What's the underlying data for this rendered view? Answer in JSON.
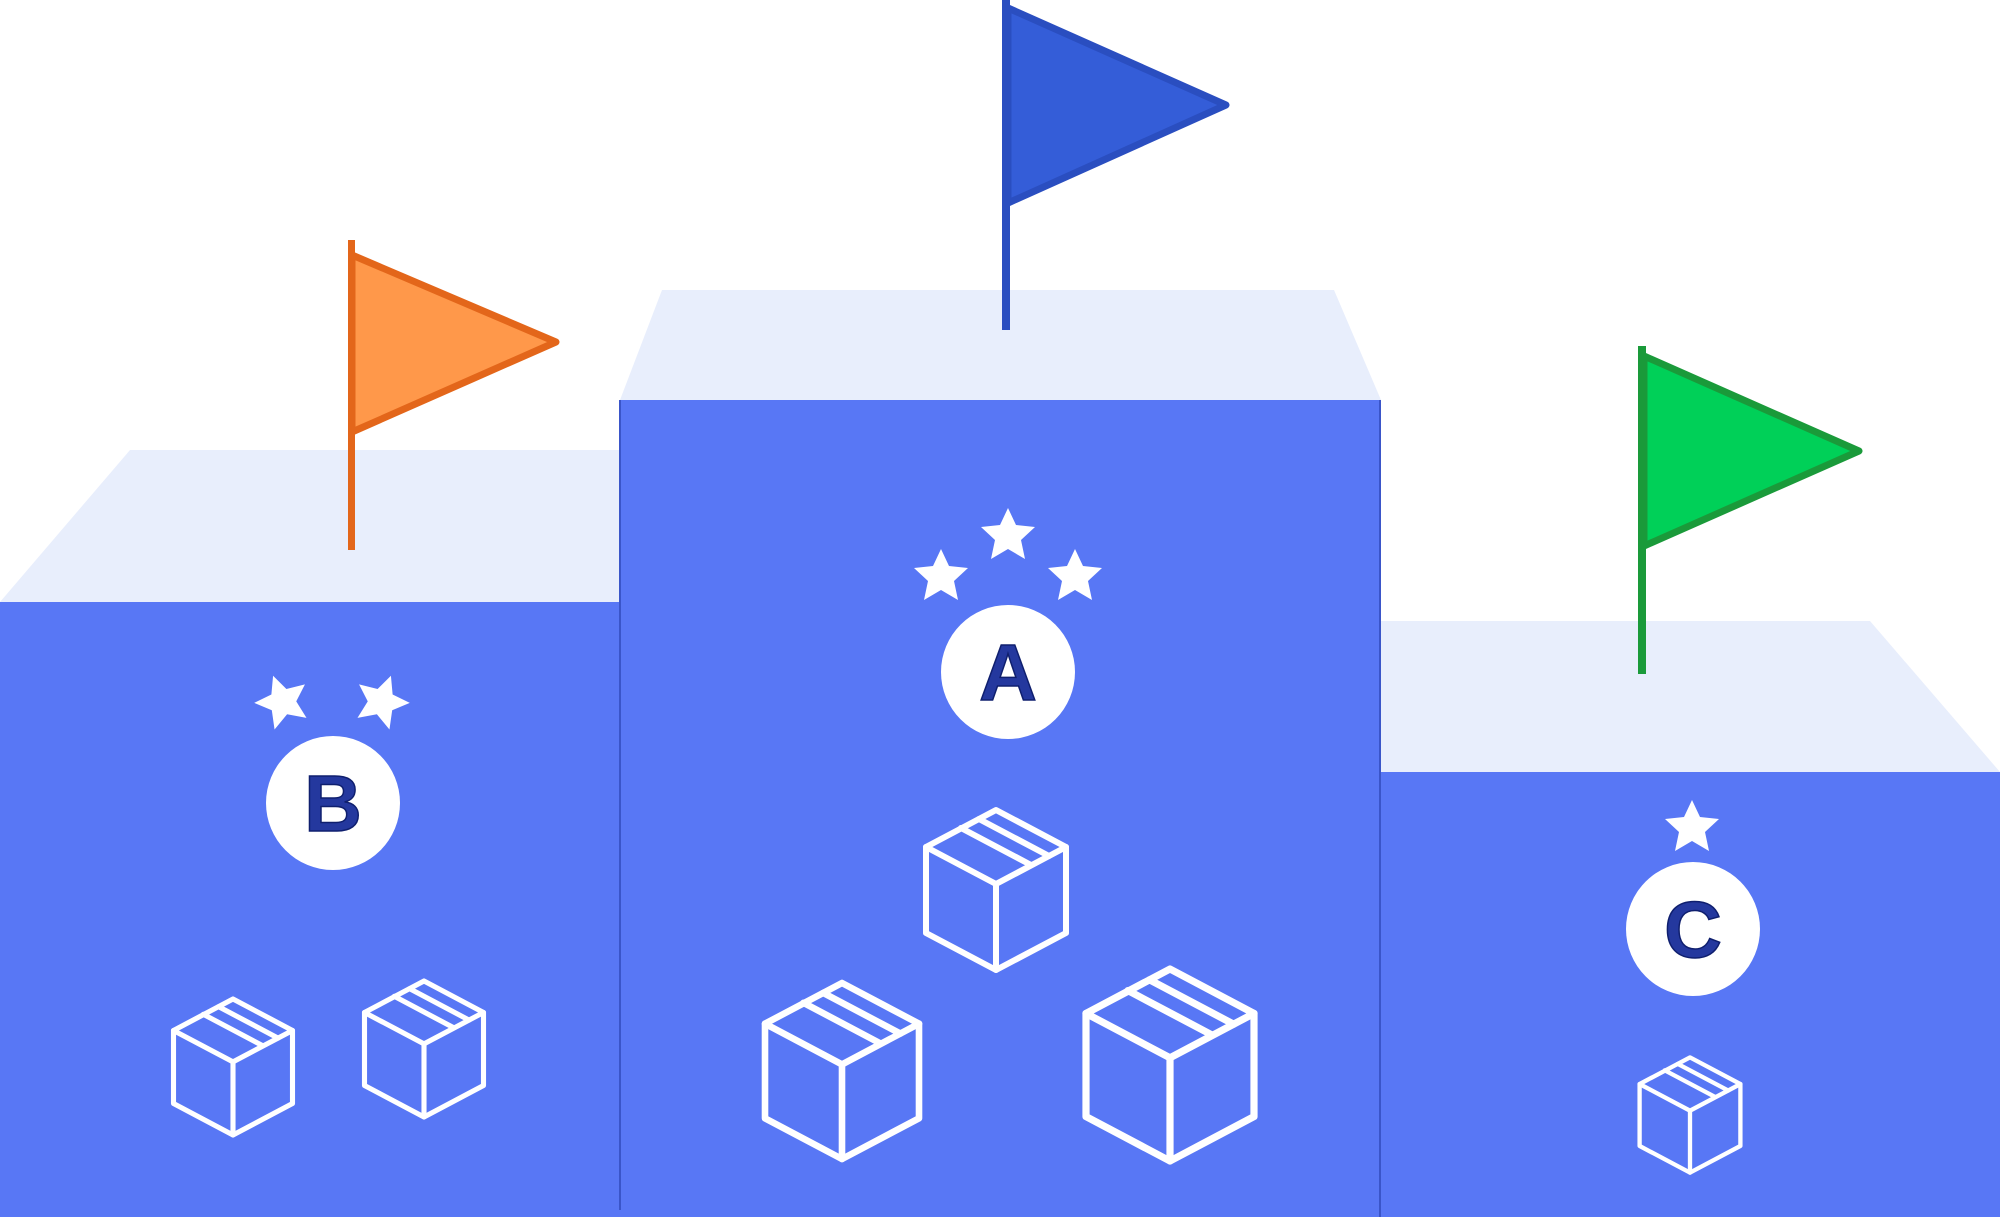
{
  "colors": {
    "podium_front": "#5877F5",
    "podium_top": "#E8EEFC",
    "podium_edge": "#3a55c9",
    "circle_fill": "#FFFFFF",
    "letter": "#24389E",
    "icon_stroke": "#FFFFFF"
  },
  "podiums": [
    {
      "rank": "A",
      "place": "first",
      "stars": 3,
      "boxes": 3,
      "flag_color": "#345DD8",
      "flag_stroke": "#2a4ec0"
    },
    {
      "rank": "B",
      "place": "second",
      "stars": 2,
      "boxes": 2,
      "flag_color": "#FF984A",
      "flag_stroke": "#E3661A"
    },
    {
      "rank": "C",
      "place": "third",
      "stars": 1,
      "boxes": 1,
      "flag_color": "#00D058",
      "flag_stroke": "#1a9a3a"
    }
  ]
}
